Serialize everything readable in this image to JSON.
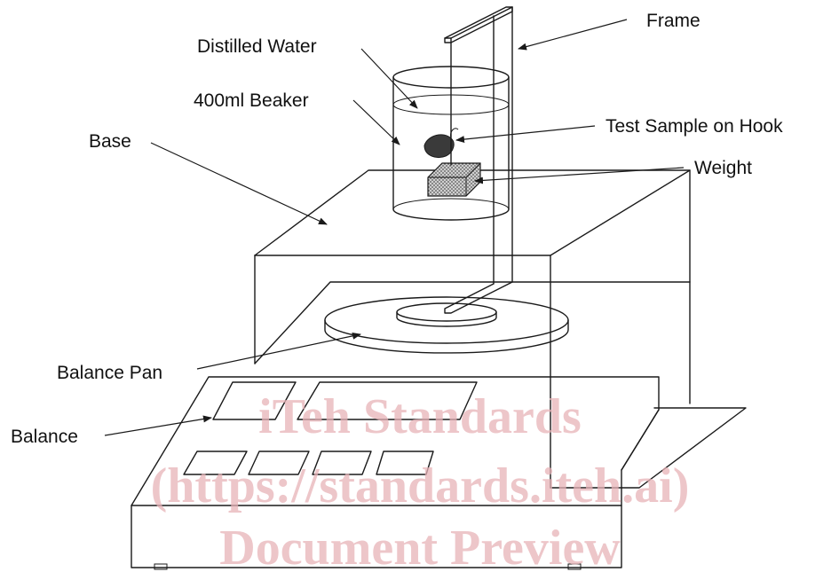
{
  "labels": {
    "frame": "Frame",
    "distilled_water": "Distilled Water",
    "beaker": "400ml Beaker",
    "base": "Base",
    "test_sample": "Test Sample on Hook",
    "weight": "Weight",
    "balance_pan": "Balance Pan",
    "balance": "Balance"
  },
  "watermark": {
    "line1": "iTeh Standards",
    "line2": "(https://standards.iteh.ai)",
    "line3": "Document Preview"
  },
  "colors": {
    "line": "#1a1a1a",
    "watermark": "#e8b3b8",
    "weight_fill": "#9a9a9a"
  }
}
